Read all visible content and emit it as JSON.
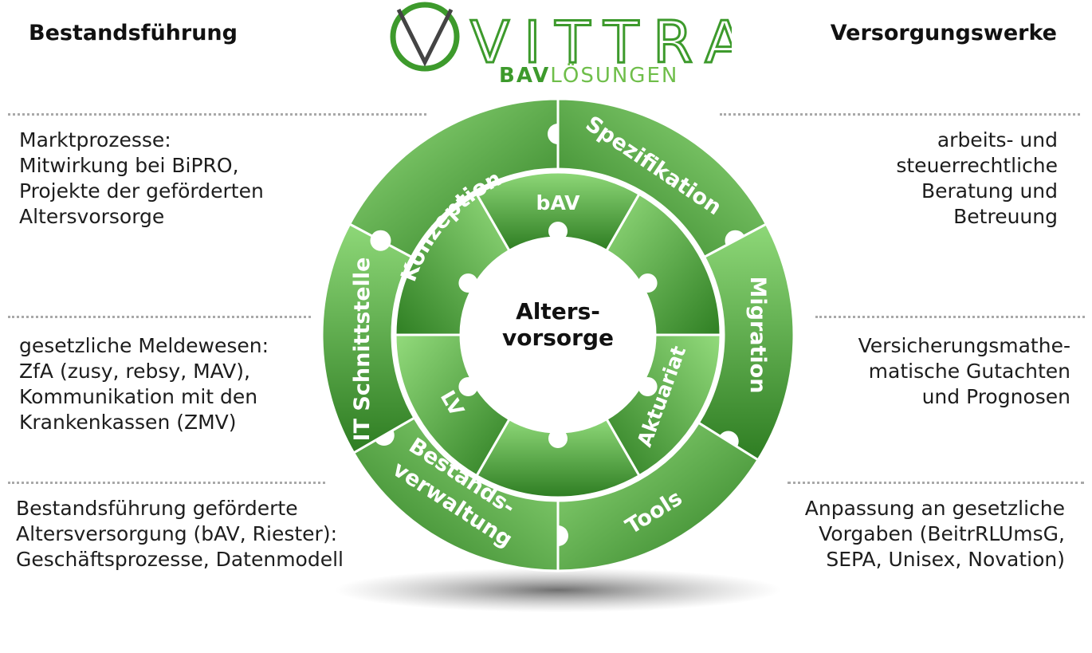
{
  "logo": {
    "wordmark": "VITTRA",
    "tagline_part1": "BAV",
    "tagline_part2": "LÖSUNGEN"
  },
  "headings": {
    "left": "Bestandsführung",
    "right": "Versorgungswerke"
  },
  "left_notes": [
    [
      "Marktprozesse:",
      "Mitwirkung bei BiPRO,",
      "Projekte der geförderten",
      "Altersvorsorge"
    ],
    [
      "gesetzliche Meldewesen:",
      "ZfA (zusy, rebsy, MAV),",
      "Kommunikation mit den",
      "Krankenkassen (ZMV)"
    ],
    [
      "Bestandsführung geförderte",
      "Altersversorgung (bAV, Riester):",
      "Geschäftsprozesse, Datenmodell"
    ]
  ],
  "right_notes": [
    [
      "arbeits- und",
      "steuerrechtliche",
      "Beratung und",
      "Betreuung"
    ],
    [
      "Versicherungsmathe-",
      "matische Gutachten",
      "und Prognosen"
    ],
    [
      "Anpassung an gesetzliche",
      "Vorgaben (BeitrRLUmsG,",
      "SEPA, Unisex, Novation)"
    ]
  ],
  "wheel": {
    "center_line1": "Alters-",
    "center_line2": "vorsorge",
    "outer_segments": [
      "Konzeption",
      "Spezifikation",
      "Migration",
      "Tools",
      "Bestands-",
      "verwaltung",
      "IT Schnittstelle"
    ],
    "inner_segments": [
      "bAV",
      "Aktuariat",
      "LV"
    ]
  },
  "colors": {
    "brand_green": "#3d9a2c",
    "segment_light": "#8ed878",
    "segment_dark": "#2e7d22"
  }
}
